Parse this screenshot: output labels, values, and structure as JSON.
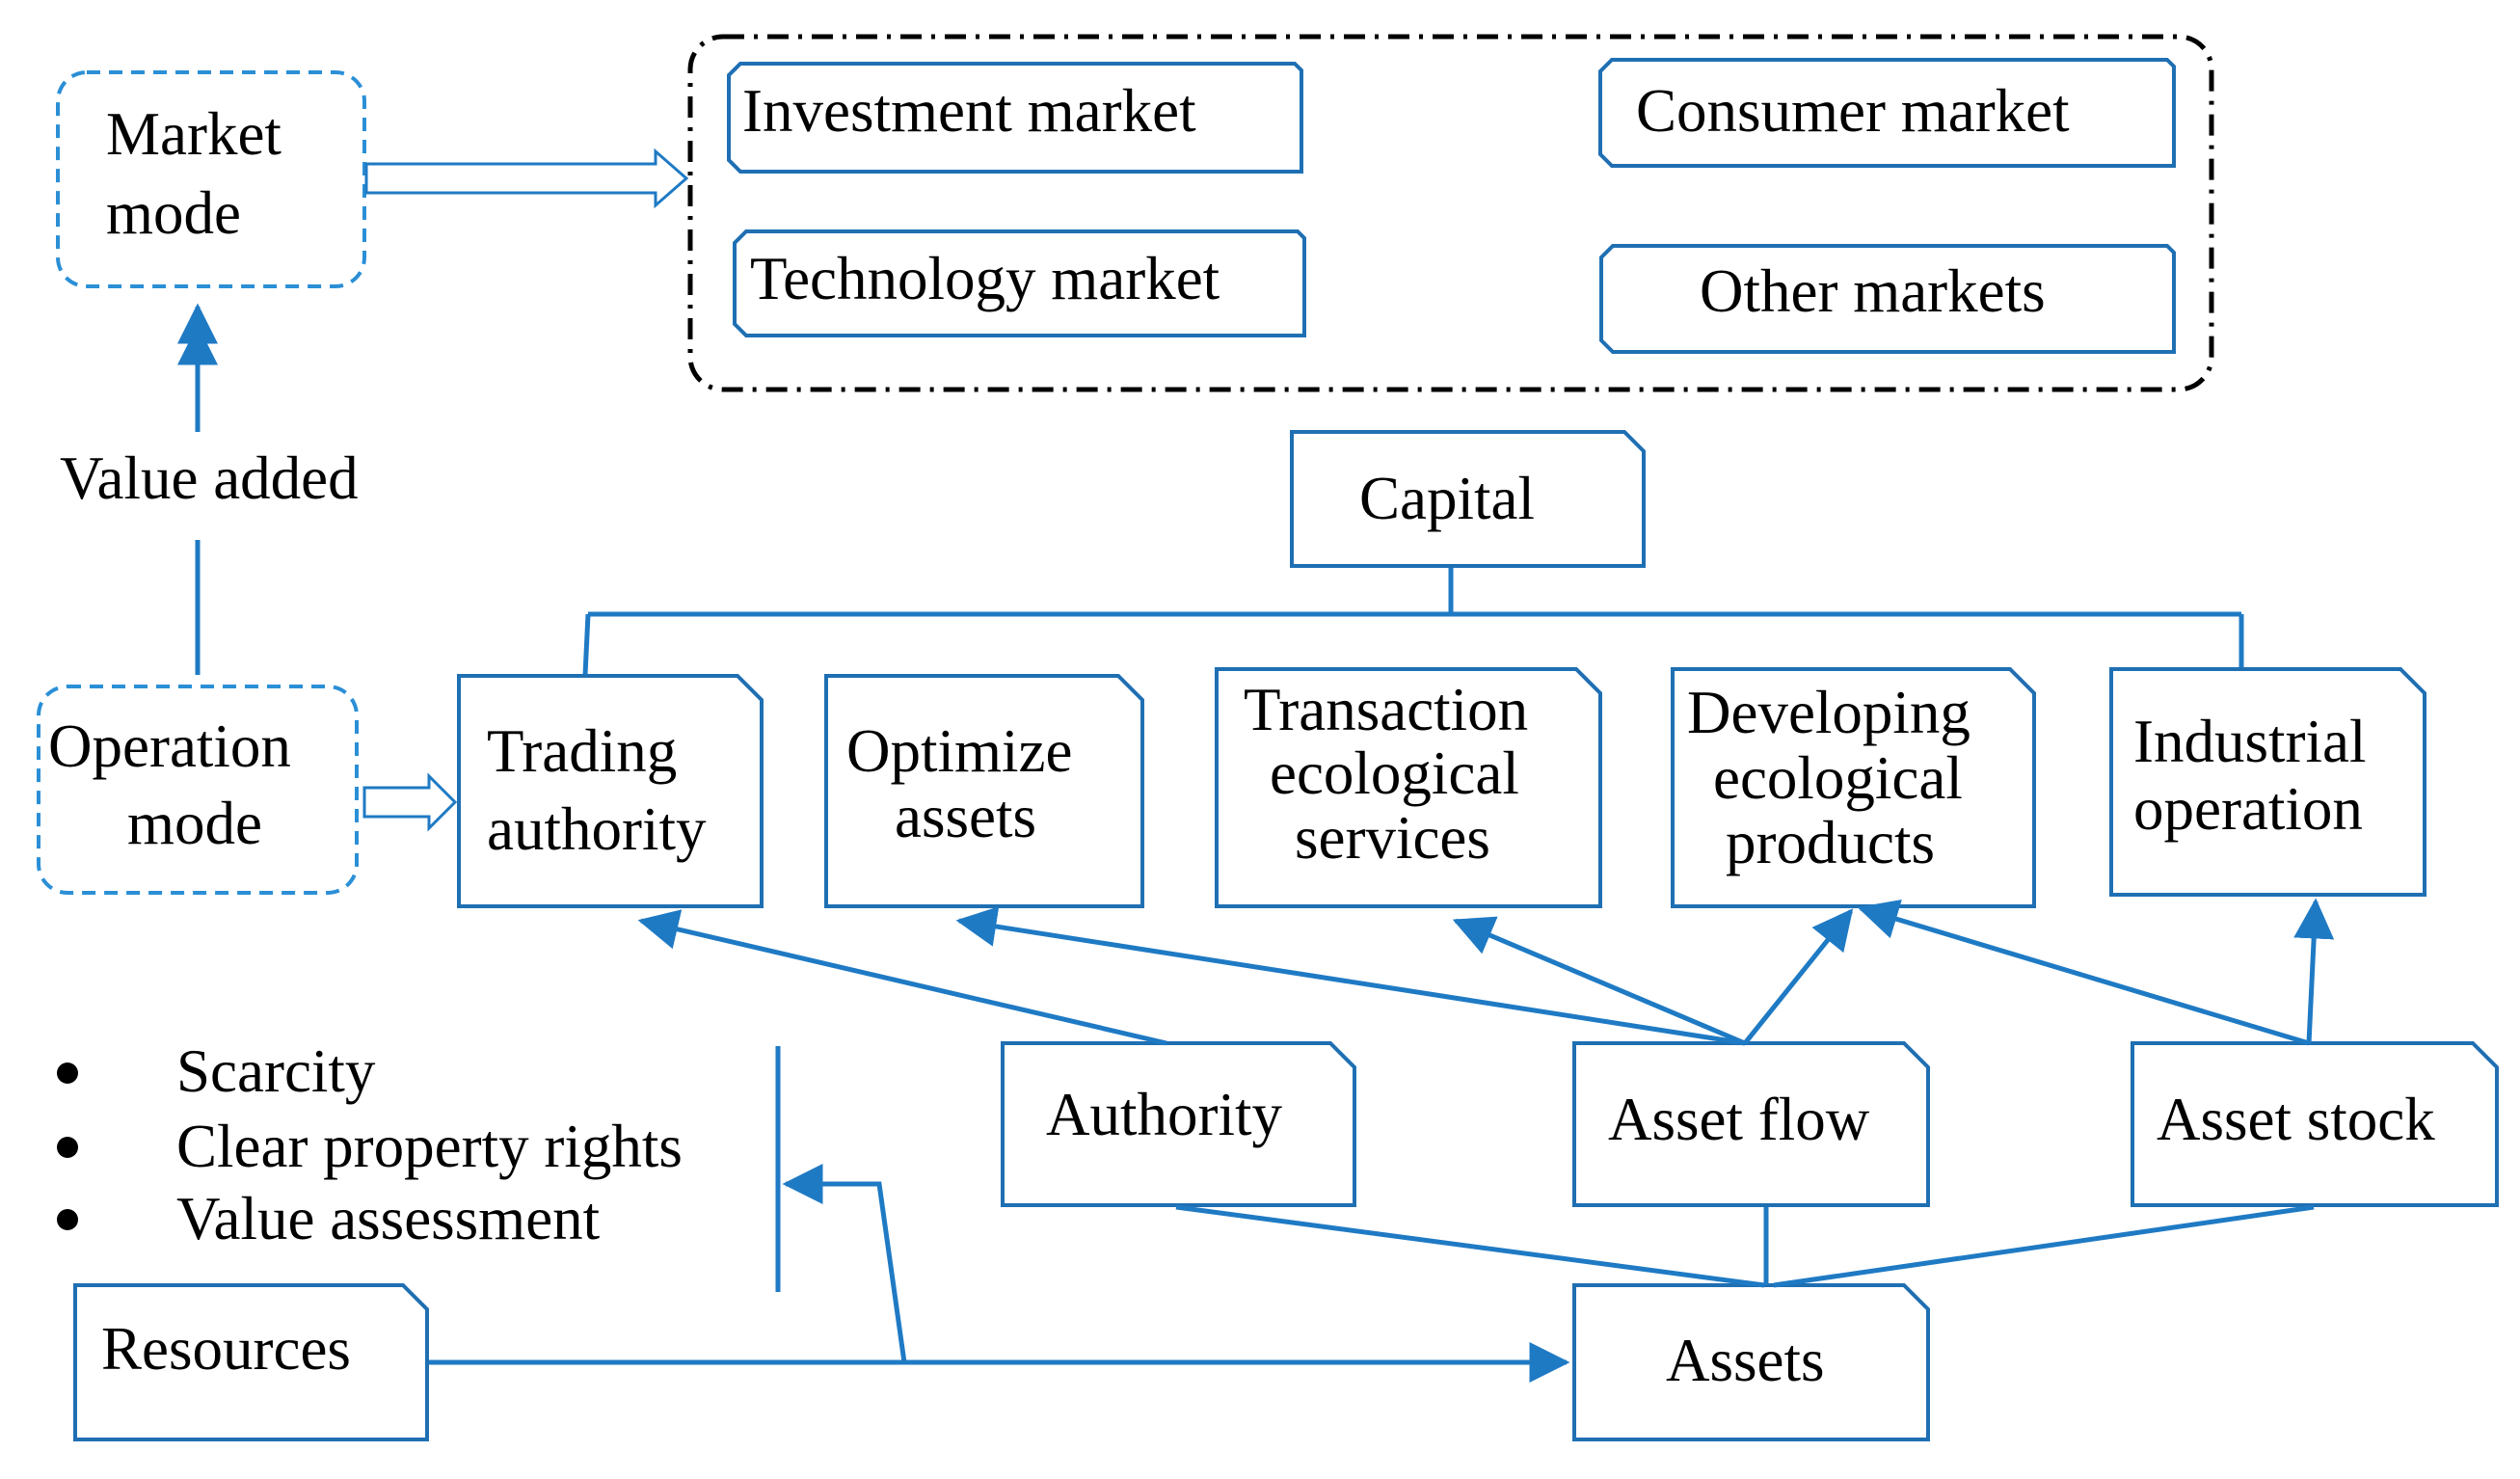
{
  "market_mode": {
    "label_line1": "Market",
    "label_line2": "mode"
  },
  "operation_mode": {
    "label_line1": "Operation",
    "label_line2": "mode"
  },
  "value_added": "Value added",
  "markets": {
    "investment": "Investment market",
    "consumer": "Consumer market",
    "technology": "Technology market",
    "other": "Other markets"
  },
  "capital": "Capital",
  "operations": {
    "trading": [
      "Trading",
      "authority"
    ],
    "optimize": [
      "Optimize",
      "assets"
    ],
    "transaction": [
      "Transaction",
      "ecological",
      "services"
    ],
    "developing": [
      "Developing",
      "ecological",
      "products"
    ],
    "industrial": [
      "Industrial",
      "operation"
    ]
  },
  "sources": {
    "authority": "Authority",
    "asset_flow": "Asset flow",
    "asset_stock": "Asset stock"
  },
  "conditions": [
    "Scarcity",
    "Clear property rights",
    "Value assessment"
  ],
  "resources": "Resources",
  "assets": "Assets",
  "colors": {
    "box_stroke": "#1f6fb3",
    "connector": "#1f7ac4",
    "dashed": "#2b8fd6"
  }
}
